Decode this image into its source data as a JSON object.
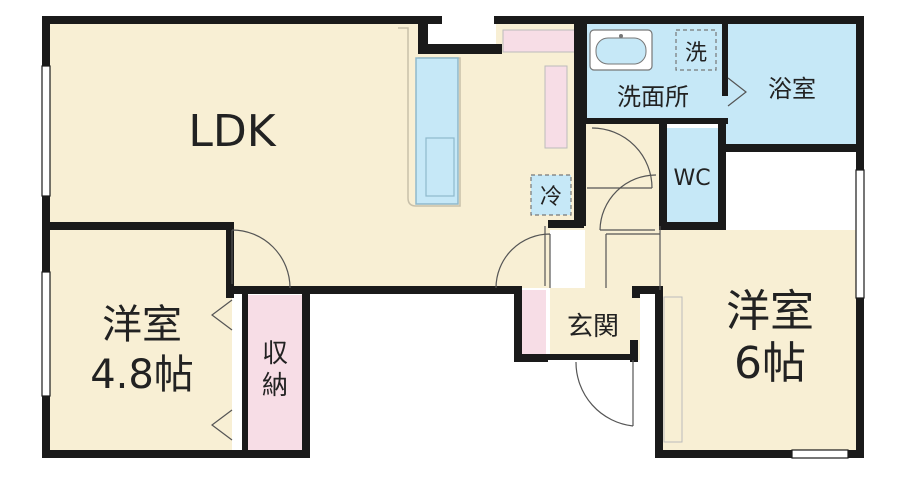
{
  "rooms": {
    "ldk": "LDK",
    "western_small_name": "洋室",
    "western_small_size": "4.8帖",
    "storage_1": "収",
    "storage_2": "納",
    "washroom": "洗面所",
    "washer": "洗",
    "bath": "浴室",
    "wc": "WC",
    "fridge": "冷",
    "entrance": "玄関",
    "western_large_name": "洋室",
    "western_large_size": "6帖"
  },
  "colors": {
    "room_floor": "#f8efd4",
    "wet_area": "#c6e8f7",
    "storage": "#f7dde6",
    "wall": "#1a1a1a",
    "door_line": "#555555"
  }
}
